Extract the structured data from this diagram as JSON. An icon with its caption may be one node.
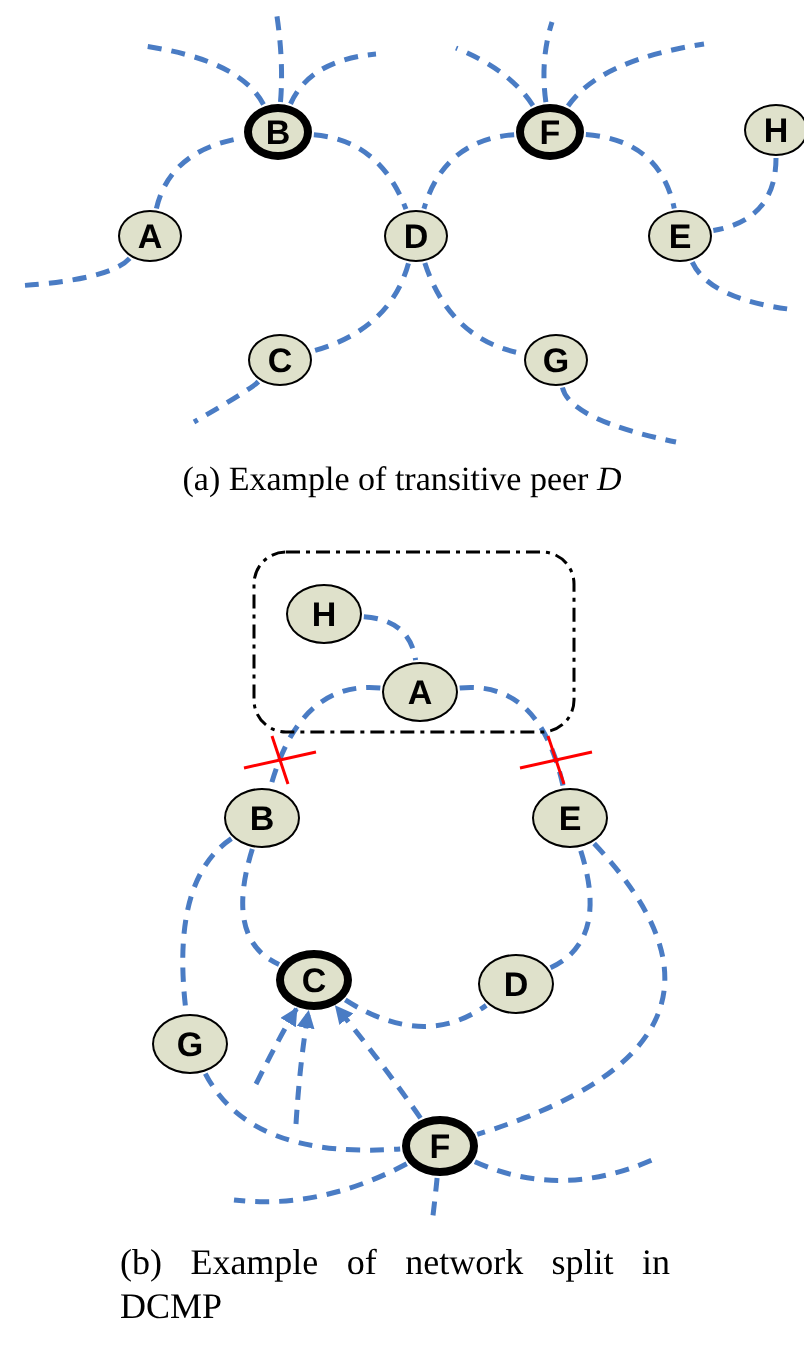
{
  "diagram": {
    "nodes": [
      {
        "text": [
          "B"
        ]
      },
      {
        "text": [
          "F"
        ]
      },
      {
        "text": [
          "H"
        ]
      },
      {
        "text": [
          "A"
        ]
      },
      {
        "text": [
          "D"
        ]
      },
      {
        "text": [
          "E"
        ]
      },
      {
        "text": [
          "C"
        ]
      },
      {
        "text": [
          "G"
        ]
      },
      {
        "text": [],
        "shape": "box"
      },
      {
        "text": [
          "H"
        ],
        "in": 8
      },
      {
        "text": [
          "A"
        ],
        "in": 8
      },
      {
        "text": [
          "B"
        ]
      },
      {
        "text": [
          "E"
        ]
      },
      {
        "text": [
          "C"
        ]
      },
      {
        "text": [
          "D"
        ]
      },
      {
        "text": [
          "G"
        ]
      },
      {
        "text": [
          "F"
        ]
      }
    ],
    "edges": [
      {
        "from": 3,
        "to": 0,
        "arrow": "none"
      },
      {
        "from": 0,
        "to": 4,
        "arrow": "none"
      },
      {
        "from": 1,
        "to": 4,
        "arrow": "none"
      },
      {
        "from": 1,
        "to": 5,
        "arrow": "none"
      },
      {
        "from": 2,
        "to": 5,
        "arrow": "none"
      },
      {
        "from": 4,
        "to": 6,
        "arrow": "none"
      },
      {
        "from": 4,
        "to": 7,
        "arrow": "none"
      },
      {
        "from": 3,
        "to": null,
        "arrow": "none"
      },
      {
        "from": 0,
        "to": null,
        "arrow": "none"
      },
      {
        "from": 0,
        "to": null,
        "arrow": "none"
      },
      {
        "from": 0,
        "to": null,
        "arrow": "none"
      },
      {
        "from": 1,
        "to": null,
        "arrow": "none"
      },
      {
        "from": 1,
        "to": null,
        "arrow": "none"
      },
      {
        "from": 1,
        "to": null,
        "arrow": "none"
      },
      {
        "from": 5,
        "to": null,
        "arrow": "none"
      },
      {
        "from": 6,
        "to": null,
        "arrow": "none"
      },
      {
        "from": 7,
        "to": null,
        "arrow": "none"
      },
      {
        "from": 9,
        "to": 10,
        "arrow": "none"
      },
      {
        "from": 10,
        "to": 11,
        "arrow": "none"
      },
      {
        "from": 10,
        "to": 12,
        "arrow": "none"
      },
      {
        "from": 11,
        "to": 13,
        "arrow": "none"
      },
      {
        "from": 13,
        "to": 14,
        "arrow": "none"
      },
      {
        "from": 14,
        "to": 12,
        "arrow": "none"
      },
      {
        "from": 11,
        "to": 15,
        "arrow": "none"
      },
      {
        "from": 15,
        "to": 16,
        "arrow": "none"
      },
      {
        "from": 12,
        "to": 16,
        "arrow": "none"
      },
      {
        "from": 16,
        "to": 13,
        "arrow": "to"
      },
      {
        "from": null,
        "to": 13,
        "arrow": "to"
      },
      {
        "from": null,
        "to": 13,
        "arrow": "to"
      },
      {
        "from": 16,
        "to": null,
        "arrow": "none"
      },
      {
        "from": 16,
        "to": null,
        "arrow": "none"
      },
      {
        "from": 16,
        "to": null,
        "arrow": "none"
      }
    ],
    "labels": [
      "(a) Example of transitive peer *D*",
      "(b) Example of network split in DCMP"
    ]
  }
}
